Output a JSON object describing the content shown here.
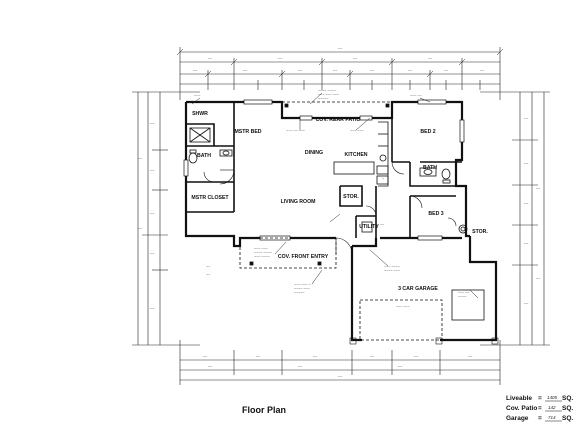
{
  "title": "Floor Plan",
  "rooms": {
    "shwr": "SHWR",
    "mstr_bed": "MSTR BED",
    "cov_rear_patio": "COV. REAR PATIO",
    "bed2": "BED 2",
    "bath_master": "BATH",
    "dining": "DINING",
    "kitchen": "KITCHEN",
    "bath2": "BATH",
    "mstr_closet": "MSTR CLOSET",
    "living_room": "LIVING ROOM",
    "stor_center": "STOR.",
    "bed3": "BED 3",
    "utility": "UTILITY",
    "stor_right": "STOR.",
    "cov_front_entry": "COV. FRONT ENTRY",
    "garage": "3 CAR GARAGE"
  },
  "legend": [
    {
      "label": "Liveable",
      "value": "1405",
      "unit": "SQ."
    },
    {
      "label": "Cov. Patio",
      "value": "142",
      "unit": "SQ."
    },
    {
      "label": "Garage",
      "value": "714",
      "unit": "SQ."
    }
  ]
}
